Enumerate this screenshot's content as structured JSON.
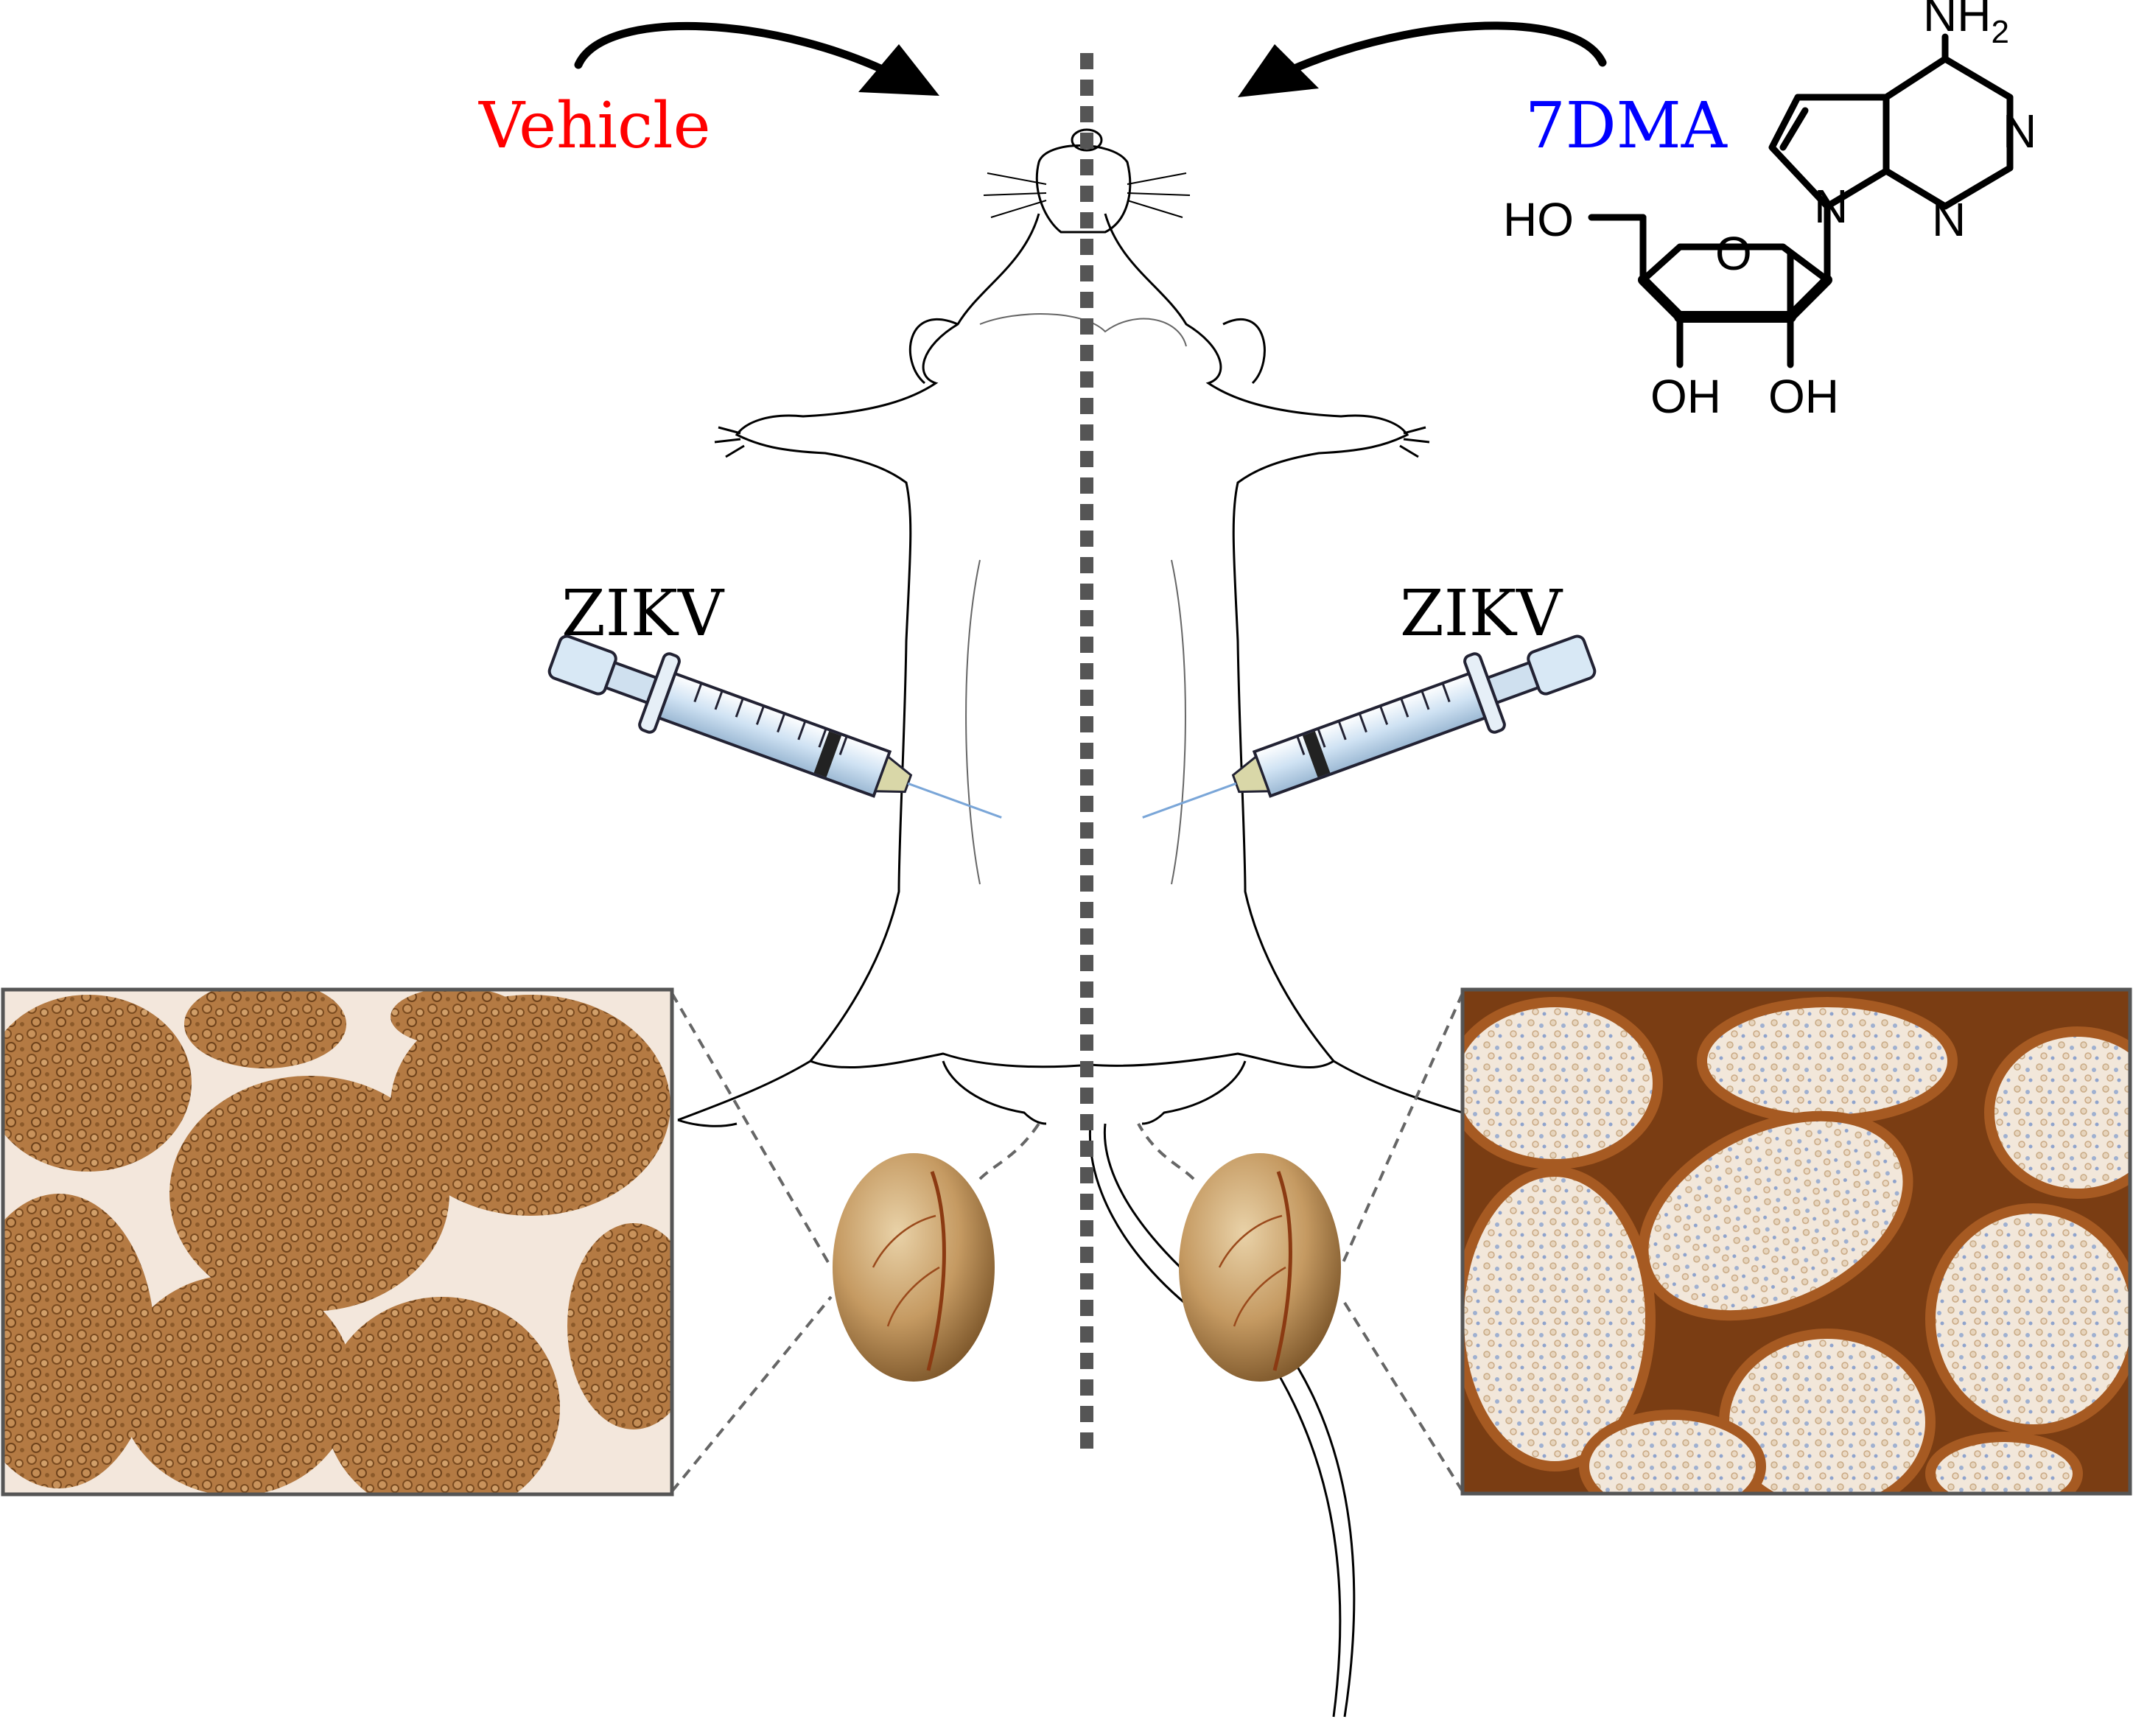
{
  "labels": {
    "vehicle": "Vehicle",
    "compound": "7DMA",
    "zikv_left": "ZIKV",
    "zikv_right": "ZIKV"
  },
  "structure": {
    "nh2": "NH",
    "nh2_sub": "2",
    "ho": "HO",
    "ring_o": "O",
    "oh_left": "OH",
    "oh_right": "OH",
    "n_top": "N",
    "n_bottom": "N",
    "n_glyco": "N"
  },
  "colors": {
    "vehicle": "#ff0000",
    "compound": "#0000ff",
    "divider": "#555555",
    "stain_dark": "#8a5524",
    "stain_light": "#c99a66",
    "testis": "#c6a06a"
  },
  "icons": [
    "mouse-silhouette",
    "syringe",
    "testis",
    "histology-panel",
    "arrow"
  ]
}
